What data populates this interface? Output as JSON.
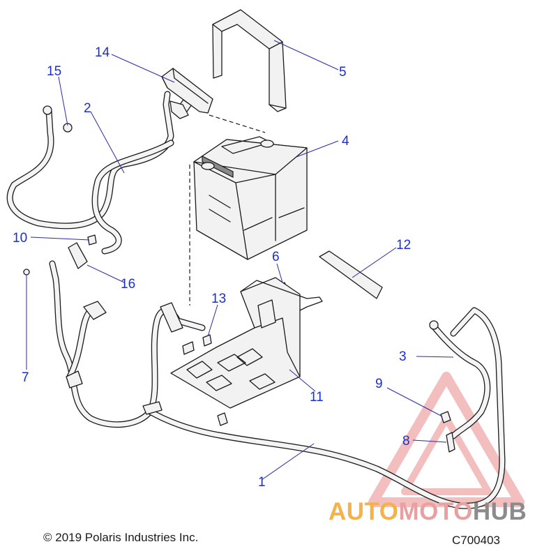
{
  "diagram": {
    "callouts": [
      "1",
      "2",
      "3",
      "4",
      "5",
      "6",
      "7",
      "8",
      "9",
      "10",
      "11",
      "12",
      "13",
      "14",
      "15",
      "16"
    ],
    "copyright": "© 2019 Polaris Industries Inc.",
    "figure_id": "C700403"
  },
  "watermark": {
    "text": "AUTOMOTOHUB",
    "colors": {
      "triangle": "#e88a8a",
      "auto": "#f3b24a",
      "moto": "#e8a0a0",
      "hub": "#8b8b8b"
    }
  },
  "colors": {
    "callout": "#1a2fcf",
    "line_art": "#1a1a1a"
  }
}
